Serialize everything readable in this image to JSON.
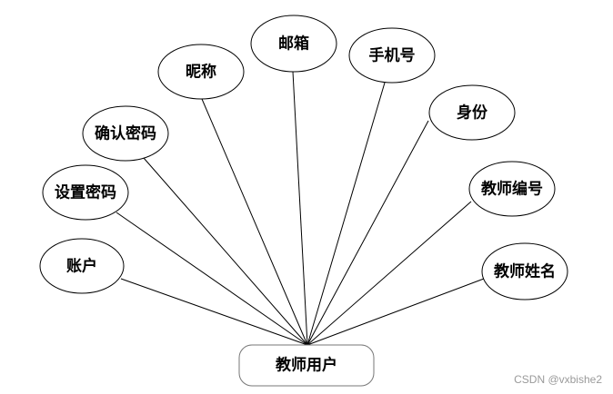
{
  "diagram": {
    "entity": {
      "label": "教师用户"
    },
    "attributes": [
      {
        "label": "账户"
      },
      {
        "label": "设置密码"
      },
      {
        "label": "确认密码"
      },
      {
        "label": "昵称"
      },
      {
        "label": "邮箱"
      },
      {
        "label": "手机号"
      },
      {
        "label": "身份"
      },
      {
        "label": "教师编号"
      },
      {
        "label": "教师姓名"
      }
    ]
  },
  "watermark": "CSDN @vxbishe2"
}
